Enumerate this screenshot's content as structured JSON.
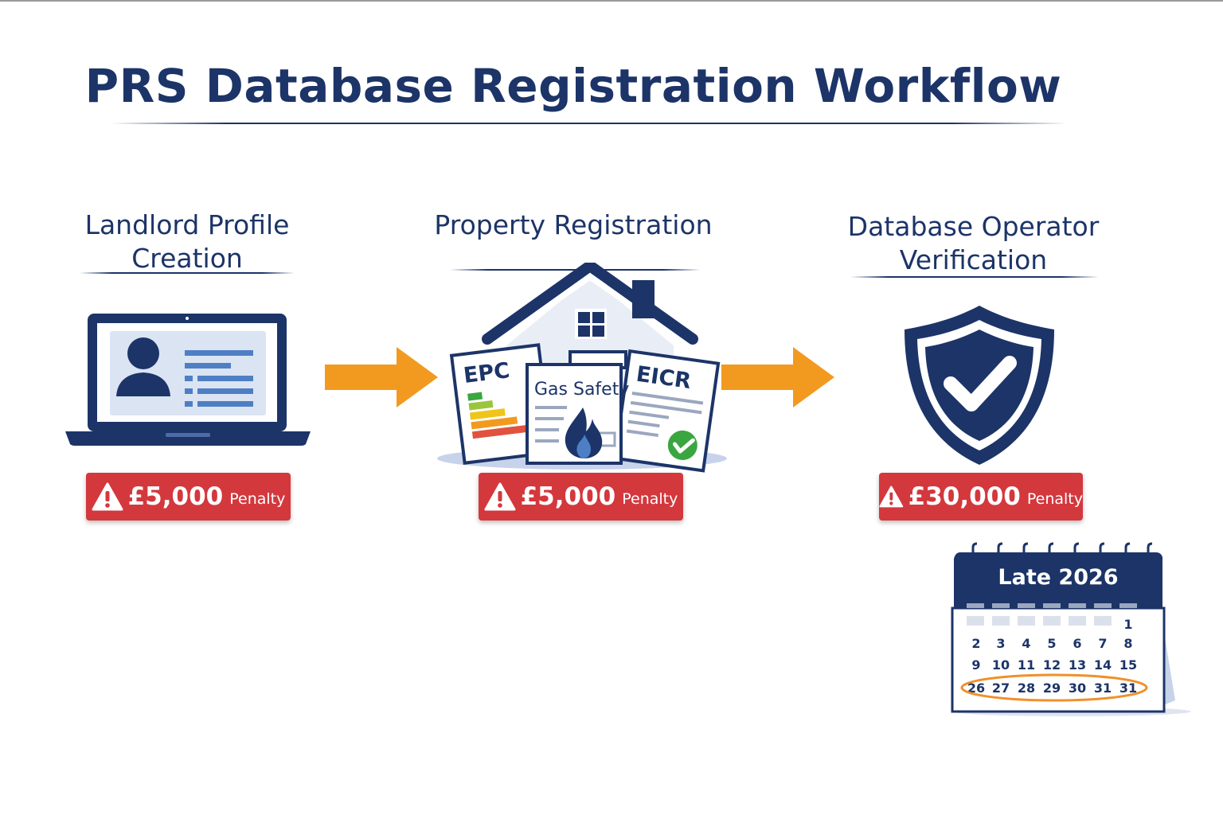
{
  "title": "PRS Database Registration Workflow",
  "steps": [
    {
      "title_line1": "Landlord Profile",
      "title_line2": "Creation",
      "icon": "laptop-profile-icon",
      "penalty_amount": "£5,000",
      "penalty_label": "Penalty"
    },
    {
      "title_line1": "Property Registration",
      "title_line2": "",
      "icon": "house-documents-icon",
      "penalty_amount": "£5,000",
      "penalty_label": "Penalty",
      "documents": {
        "epc": "EPC",
        "gas": "Gas Safety",
        "eicr": "EICR"
      }
    },
    {
      "title_line1": "Database Operator",
      "title_line2": "Verification",
      "icon": "shield-check-icon",
      "penalty_amount": "£30,000",
      "penalty_label": "Penalty"
    }
  ],
  "calendar": {
    "label": "Late 2026",
    "rows": [
      [
        "",
        "",
        "",
        "",
        "",
        "",
        "1"
      ],
      [
        "2",
        "3",
        "4",
        "5",
        "6",
        "7",
        "8"
      ],
      [
        "9",
        "10",
        "11",
        "12",
        "13",
        "14",
        "15"
      ],
      [
        "26",
        "27",
        "28",
        "29",
        "30",
        "31",
        "31"
      ]
    ]
  },
  "colors": {
    "navy": "#1c3468",
    "orange": "#f29a1f",
    "red": "#d3383d",
    "green": "#3aa640",
    "highlight": "#f0902a"
  }
}
